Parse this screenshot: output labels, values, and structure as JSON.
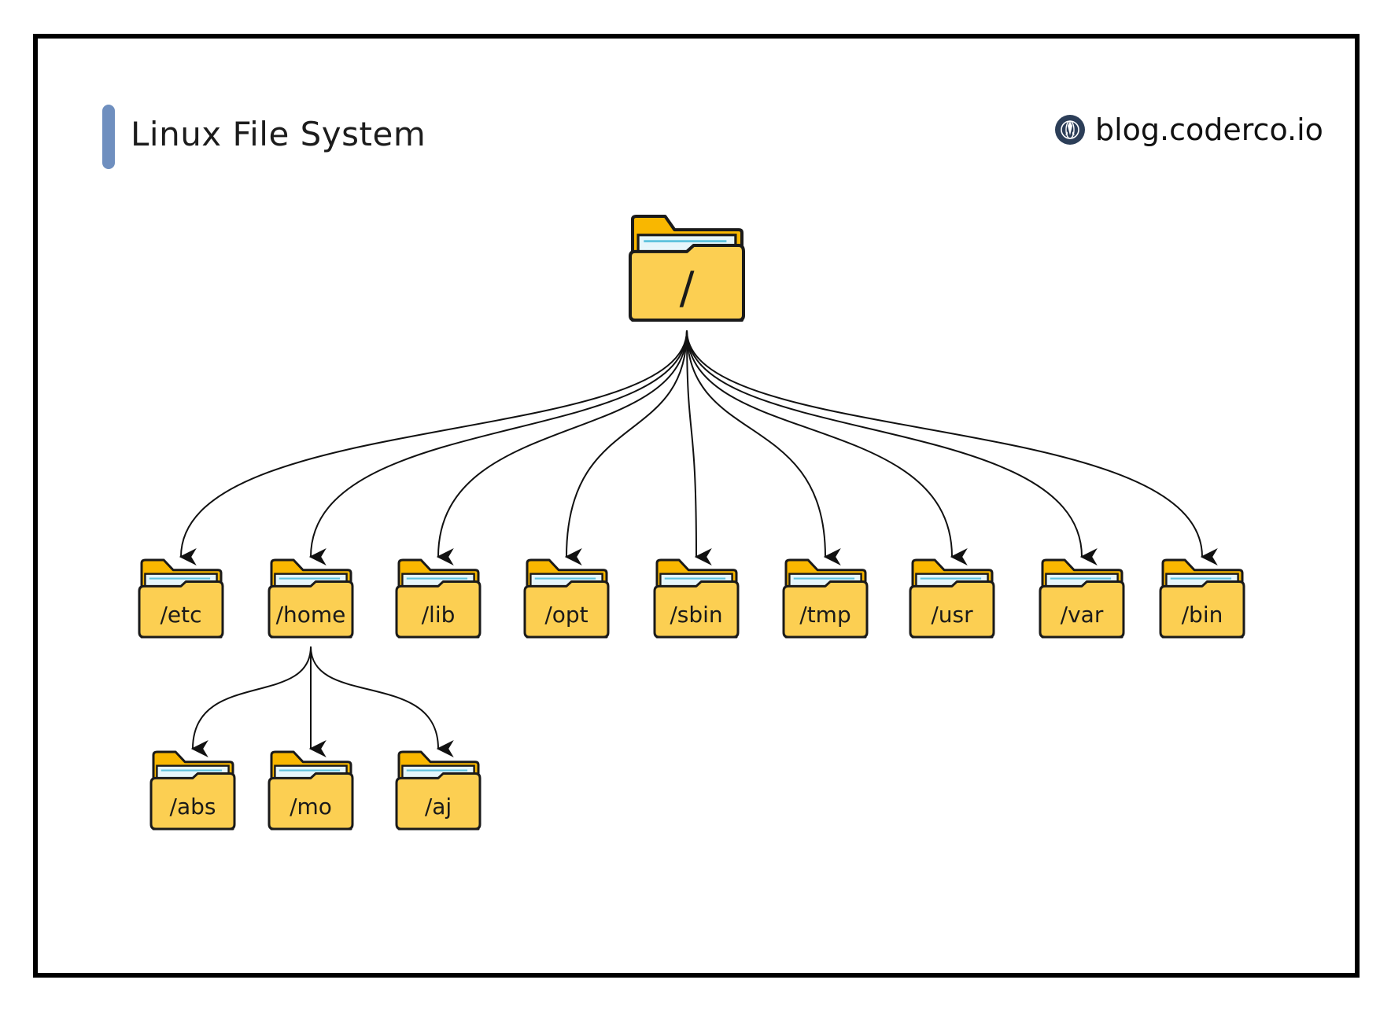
{
  "header": {
    "title": "Linux File System",
    "brand": "blog.coderco.io",
    "brand_icon": "rocket-globe-icon"
  },
  "colors": {
    "folder_fill": "#fccf52",
    "folder_back": "#f9b700",
    "folder_outline": "#1a1a1a",
    "paper": "#e6f6fb",
    "accent_bar": "#6f8fbf"
  },
  "tree": {
    "root": {
      "label": "/"
    },
    "children": [
      {
        "label": "/etc"
      },
      {
        "label": "/home",
        "children": [
          {
            "label": "/abs"
          },
          {
            "label": "/mo"
          },
          {
            "label": "/aj"
          }
        ]
      },
      {
        "label": "/lib"
      },
      {
        "label": "/opt"
      },
      {
        "label": "/sbin"
      },
      {
        "label": "/tmp"
      },
      {
        "label": "/usr"
      },
      {
        "label": "/var"
      },
      {
        "label": "/bin"
      }
    ]
  }
}
